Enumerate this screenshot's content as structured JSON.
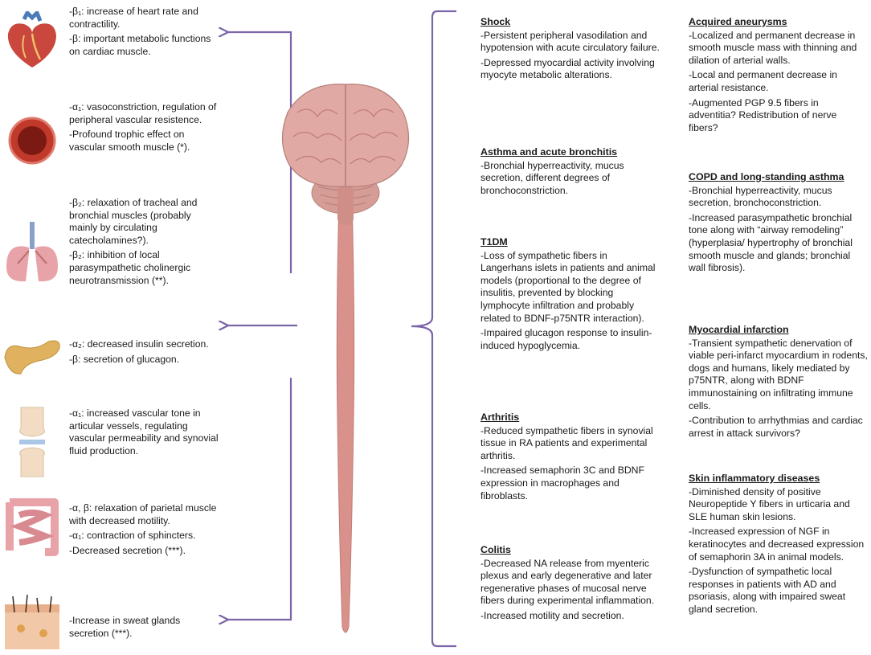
{
  "colors": {
    "arrow": "#7b64a8",
    "brain": "#e0a9a4",
    "brain_dark": "#c78a85",
    "cord": "#d9928b",
    "text": "#1a1a1a"
  },
  "organs": [
    {
      "id": "heart",
      "icon": "heart-icon",
      "effects": [
        "-β₁: increase of heart rate and contractility.",
        "-β: important metabolic functions on cardiac muscle."
      ]
    },
    {
      "id": "vessel",
      "icon": "blood-vessel-icon",
      "effects": [
        "-α₁: vasoconstriction, regulation of peripheral vascular resistence.",
        "-Profound trophic effect on vascular smooth muscle (*)."
      ]
    },
    {
      "id": "lungs",
      "icon": "lungs-icon",
      "effects": [
        "-β₂: relaxation of tracheal and bronchial muscles (probably mainly by circulating catecholamines?).",
        "-β₂: inhibition of local parasympathetic cholinergic neurotransmission (**)."
      ]
    },
    {
      "id": "pancreas",
      "icon": "pancreas-icon",
      "effects": [
        "-α₂: decreased insulin secretion.",
        "-β: secretion of glucagon."
      ]
    },
    {
      "id": "joint",
      "icon": "joint-icon",
      "effects": [
        "-α₁: increased vascular tone in articular vessels, regulating vascular permeability and synovial fluid production."
      ]
    },
    {
      "id": "intestine",
      "icon": "intestine-icon",
      "effects": [
        "-α, β: relaxation of parietal muscle with decreased motility.",
        "-α₁: contraction of sphincters.",
        "-Decreased secretion (***)."
      ]
    },
    {
      "id": "skin",
      "icon": "skin-icon",
      "effects": [
        "-Increase in sweat glands secretion (***)."
      ]
    }
  ],
  "diseases_middle": [
    {
      "title": "Shock",
      "items": [
        "-Persistent peripheral vasodilation and hypotension with acute circulatory failure.",
        "-Depressed myocardial activity involving myocyte metabolic alterations."
      ]
    },
    {
      "title": "Asthma and acute bronchitis",
      "items": [
        "-Bronchial hyperreactivity, mucus secretion, different degrees of bronchoconstriction."
      ]
    },
    {
      "title": "T1DM",
      "items": [
        "-Loss of sympathetic fibers in Langerhans islets in patients and animal models (proportional to the degree of insulitis, prevented by blocking lymphocyte infiltration and probably related to BDNF-p75NTR interaction).",
        "-Impaired glucagon response to insulin-induced hypoglycemia."
      ]
    },
    {
      "title": "Arthritis",
      "items": [
        "-Reduced sympathetic fibers in synovial tissue in RA patients  and experimental arthritis.",
        "-Increased semaphorin 3C and BDNF expression in macrophages and fibroblasts."
      ]
    },
    {
      "title": "Colitis",
      "items": [
        "-Decreased NA release from myenteric plexus and early degenerative and later regenerative phases of mucosal nerve fibers during experimental inflammation.",
        "-Increased motility and secretion."
      ]
    }
  ],
  "diseases_right": [
    {
      "title": "Acquired aneurysms",
      "items": [
        "-Localized and permanent decrease in smooth muscle mass with thinning and dilation of arterial walls.",
        "-Local and permanent decrease in arterial resistance.",
        "-Augmented PGP 9.5 fibers in adventitia? Redistribution of nerve fibers?"
      ]
    },
    {
      "title": "COPD and long-standing asthma",
      "items": [
        "-Bronchial hyperreactivity, mucus secretion, bronchoconstriction.",
        "-Increased parasympathetic bronchial tone along with “airway remodeling” (hyperplasia/ hypertrophy of bronchial smooth muscle and glands; bronchial wall fibrosis)."
      ]
    },
    {
      "title": "Myocardial infarction",
      "items": [
        "-Transient sympathetic denervation of viable peri-infarct myocardium in rodents, dogs and humans, likely mediated by p75NTR, along with BDNF immunostaining on infiltrating immune cells.",
        "-Contribution to arrhythmias and cardiac arrest in attack survivors?"
      ]
    },
    {
      "title": "Skin inflammatory diseases",
      "items": [
        "-Diminished density of positive Neuropeptide Y fibers in urticaria and SLE human skin lesions.",
        "-Increased expression of NGF in keratinocytes and decreased expression of semaphorin 3A in animal models.",
        "-Dysfunction of sympathetic local responses in patients with AD and psoriasis, along with impaired sweat gland secretion."
      ]
    }
  ]
}
